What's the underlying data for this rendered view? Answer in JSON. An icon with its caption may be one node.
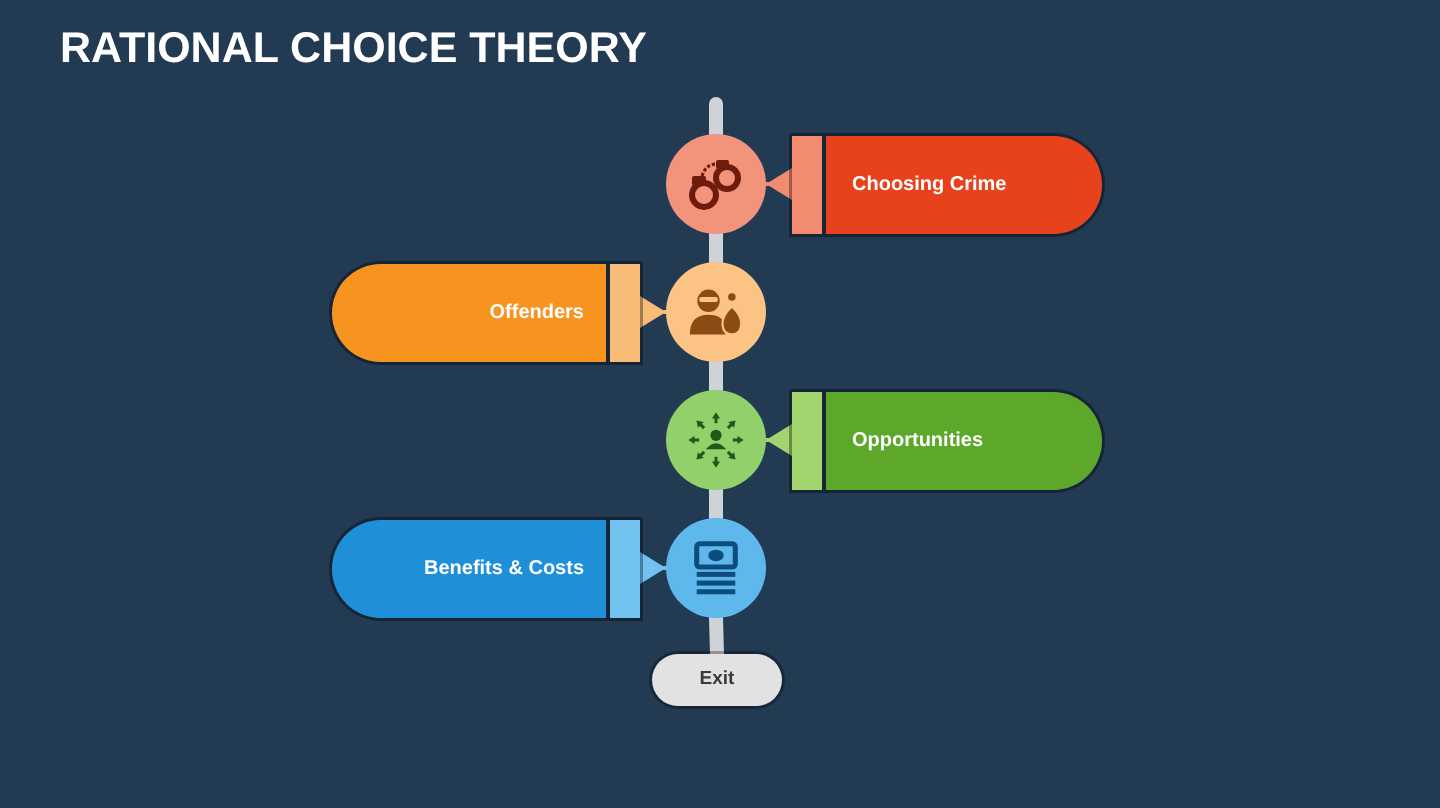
{
  "diagram": {
    "title": "RATIONAL CHOICE THEORY",
    "nodes": [
      {
        "text": [],
        "shape": "circle"
      },
      {
        "text": [
          "Choosing Crime"
        ]
      },
      {
        "text": [
          "Offenders"
        ]
      },
      {
        "text": [],
        "shape": "circle"
      },
      {
        "text": [],
        "shape": "circle"
      },
      {
        "text": [
          "Opportunities"
        ]
      },
      {
        "text": [
          "Benefits & Costs"
        ]
      },
      {
        "text": [],
        "shape": "circle"
      },
      {
        "text": [
          "Exit"
        ]
      }
    ],
    "edges": [
      {
        "from": null,
        "to": 0,
        "arrow": "none"
      },
      {
        "from": 0,
        "to": 3,
        "arrow": "none"
      },
      {
        "from": 3,
        "to": 4,
        "arrow": "none"
      },
      {
        "from": 4,
        "to": 7,
        "arrow": "none"
      },
      {
        "from": 7,
        "to": 8,
        "arrow": "none"
      },
      {
        "from": 1,
        "to": 0,
        "arrow": "to",
        "color": "#f28c70"
      },
      {
        "from": 2,
        "to": 3,
        "arrow": "to",
        "color": "#f9bb78"
      },
      {
        "from": 5,
        "to": 4,
        "arrow": "to",
        "color": "#a3d56f"
      },
      {
        "from": 6,
        "to": 7,
        "arrow": "to",
        "color": "#72c2ef"
      }
    ]
  }
}
